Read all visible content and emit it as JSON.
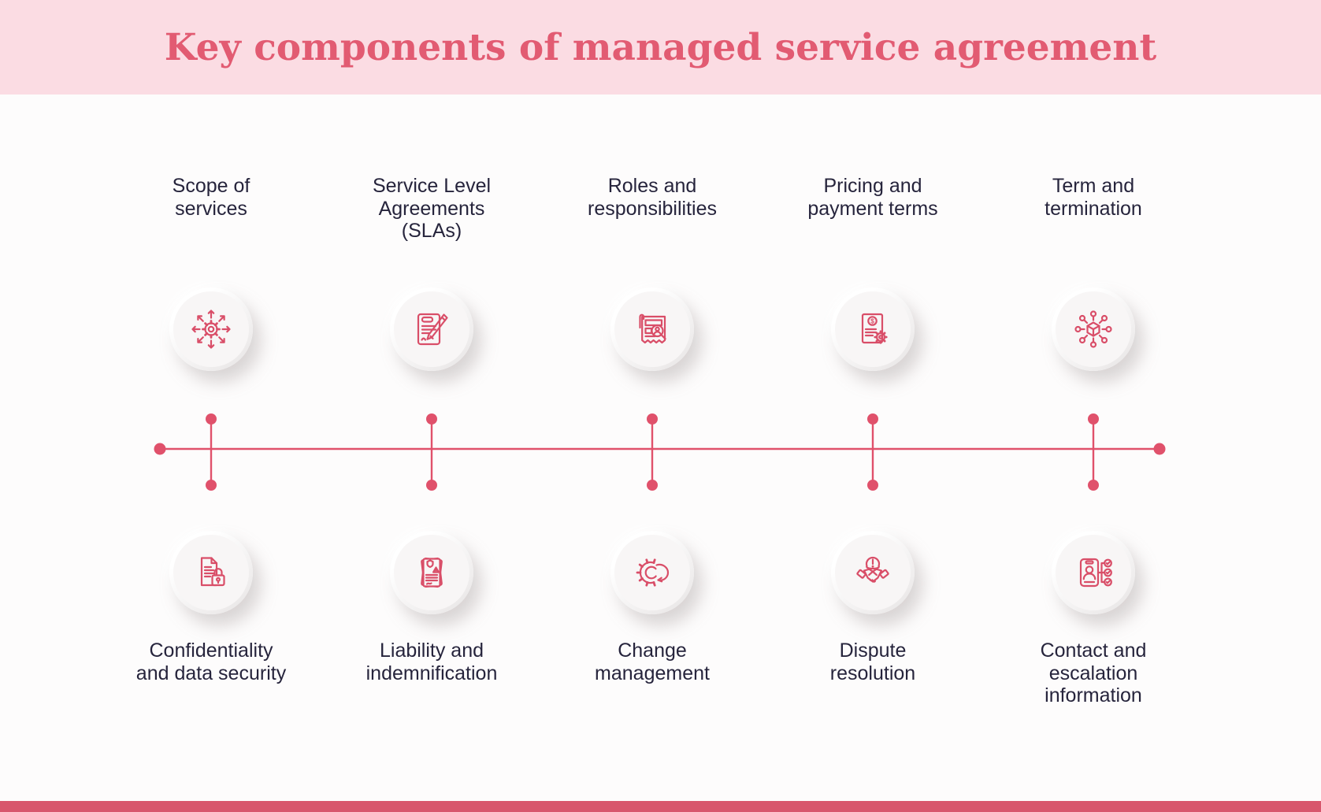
{
  "header": {
    "title": "Key components of managed service agreement"
  },
  "colors": {
    "accent_icon_stroke": "#d94e68",
    "timeline": "#e0516b",
    "header_background": "#fbdce3",
    "title_text": "#e25b72",
    "label_text": "#26243c",
    "footer_bar": "#d8566c",
    "page_background": "#fdfcfc",
    "node_fill": "#f8f6f6"
  },
  "top_items": [
    {
      "label": "Scope of\nservices",
      "icon": "scope-arrows-gear-icon"
    },
    {
      "label": "Service Level\nAgreements\n(SLAs)",
      "icon": "document-pen-icon"
    },
    {
      "label": "Roles and\nresponsibilities",
      "icon": "document-magnifier-person-icon"
    },
    {
      "label": "Pricing and\npayment terms",
      "icon": "invoice-dollar-gear-icon",
      "coin_symbol": "$"
    },
    {
      "label": "Term and\ntermination",
      "icon": "cube-network-icon"
    }
  ],
  "bottom_items": [
    {
      "label": "Confidentiality\nand data security",
      "icon": "document-padlock-icon"
    },
    {
      "label": "Liability and\nindemnification",
      "icon": "documents-shield-warning-icon"
    },
    {
      "label": "Change\nmanagement",
      "icon": "gear-cycle-arrow-icon"
    },
    {
      "label": "Dispute\nresolution",
      "icon": "handshake-alert-icon"
    },
    {
      "label": "Contact and\nescalation\ninformation",
      "icon": "phone-contacts-checklist-icon"
    }
  ]
}
